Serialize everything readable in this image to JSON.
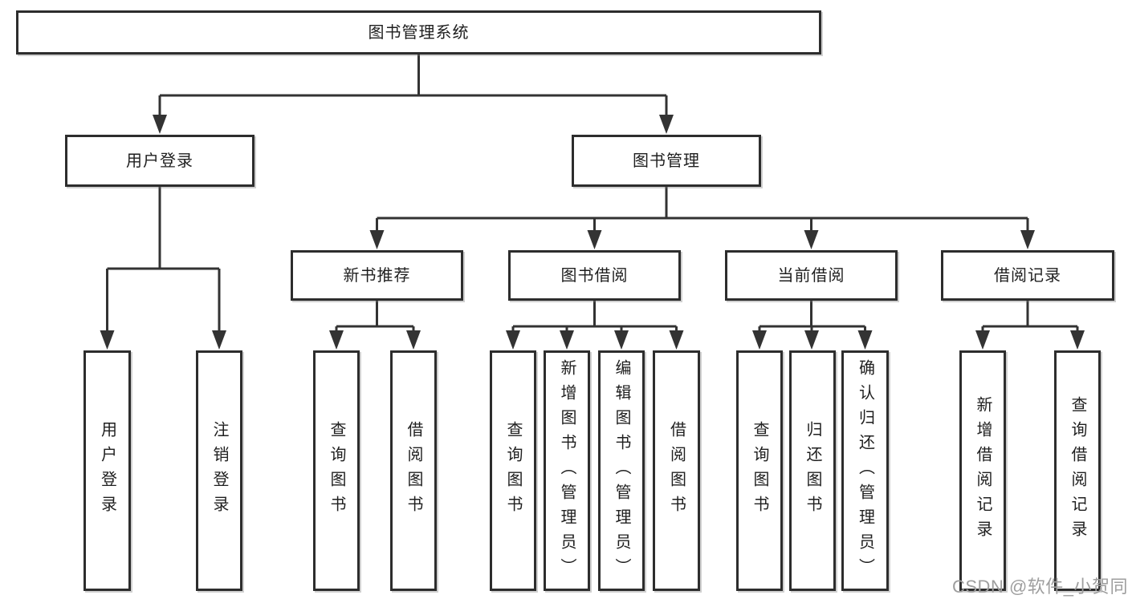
{
  "tree": {
    "root": {
      "label": "图书管理系统"
    },
    "branches": [
      {
        "label": "用户登录",
        "leaves": [
          {
            "label": "用户登录"
          },
          {
            "label": "注销登录"
          }
        ]
      },
      {
        "label": "图书管理",
        "children": [
          {
            "label": "新书推荐",
            "leaves": [
              {
                "label": "查询图书"
              },
              {
                "label": "借阅图书"
              }
            ]
          },
          {
            "label": "图书借阅",
            "leaves": [
              {
                "label": "查询图书"
              },
              {
                "label": "新增图书（管理员）"
              },
              {
                "label": "编辑图书（管理员）"
              },
              {
                "label": "借阅图书"
              }
            ]
          },
          {
            "label": "当前借阅",
            "leaves": [
              {
                "label": "查询图书"
              },
              {
                "label": "归还图书"
              },
              {
                "label": "确认归还（管理员）"
              }
            ]
          },
          {
            "label": "借阅记录",
            "leaves": [
              {
                "label": "新增借阅记录"
              },
              {
                "label": "查询借阅记录"
              }
            ]
          }
        ]
      }
    ]
  },
  "watermark": {
    "text": "CSDN @软件_小贺同学"
  },
  "colors": {
    "line": "#333333",
    "box_border": "#2d2d2d",
    "text": "#1f1f1f",
    "background": "#ffffff",
    "watermark": "#9e9e9e"
  }
}
